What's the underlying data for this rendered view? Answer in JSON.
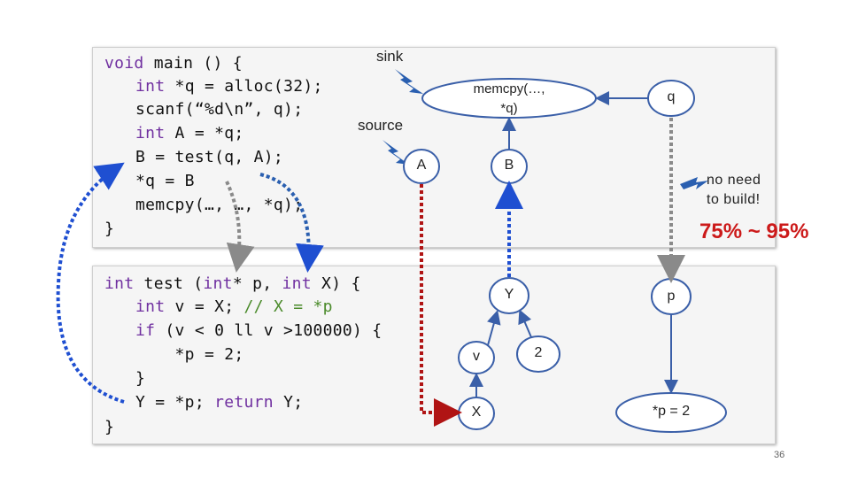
{
  "code_main": {
    "line1_kw": "void",
    "line1_rest": " main () {",
    "line2_kw": "int",
    "line2_rest": " *q = alloc(32);",
    "line3": "scanf(“%d\\n”, q);",
    "line4_kw": "int",
    "line4_rest": " A = *q;",
    "line5": "B = test(q, A);",
    "line6": "*q = B",
    "line7": "memcpy(…, …, *q);",
    "line8": "}"
  },
  "code_test": {
    "line1_kw1": "int",
    "line1_mid1": " test (",
    "line1_kw2": "int",
    "line1_mid2": "* p, ",
    "line1_kw3": "int",
    "line1_rest": " X) {",
    "line2_kw": "int",
    "line2_mid": " v = X; ",
    "line2_comment": "// X = *p",
    "line3_kw": "if",
    "line3_rest": " (v < 0 ll v >100000) {",
    "line4": "    *p = 2;",
    "line5": "}",
    "line6_mid": "Y = *p; ",
    "line6_kw": "return",
    "line6_rest": " Y;",
    "line7": "}"
  },
  "labels": {
    "sink": "sink",
    "source": "source",
    "no_need_1": "no need",
    "no_need_2": "to build!",
    "percent": "75% ~ 95%",
    "slide_number": "36"
  },
  "nodes": {
    "memcpy_1": "memcpy(…,",
    "memcpy_2": "*q)",
    "q": "q",
    "A": "A",
    "B": "B",
    "Y": "Y",
    "p": "p",
    "v": "v",
    "two": "2",
    "X": "X",
    "p_assign": "*p = 2"
  },
  "colors": {
    "sink_source_bolt": "#2a5fb0",
    "red_edge": "#b01414",
    "blue_edge": "#1f4fd1",
    "gray_edge": "#8a8a8a",
    "node_stroke": "#3a5fa8",
    "percent": "#cc1a1a"
  }
}
